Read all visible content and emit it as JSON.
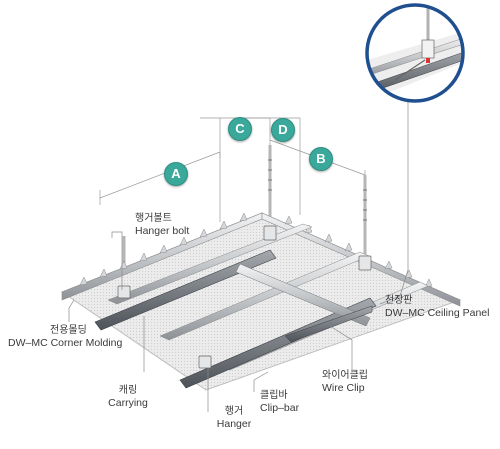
{
  "badges": {
    "a": "A",
    "b": "B",
    "c": "C",
    "d": "D"
  },
  "labels": {
    "hanger_bolt": {
      "ko": "행거볼트",
      "en": "Hanger bolt"
    },
    "ceiling_panel": {
      "ko": "천장판",
      "en": "DW–MC Ceiling Panel"
    },
    "corner_molding": {
      "ko": "전용몰딩",
      "en": "DW–MC Corner Molding"
    },
    "carrying": {
      "ko": "캐링",
      "en": "Carrying"
    },
    "hanger": {
      "ko": "행거",
      "en": "Hanger"
    },
    "clip_bar": {
      "ko": "클립바",
      "en": "Clip–bar"
    },
    "wire_clip": {
      "ko": "와이어클립",
      "en": "Wire Clip"
    }
  },
  "colors": {
    "badge": "#3aa89a",
    "leader": "#8a8a8a",
    "panel": "#e8e8e8",
    "steel": "#c9cbce",
    "detail_ring": "#1f4f8f"
  }
}
